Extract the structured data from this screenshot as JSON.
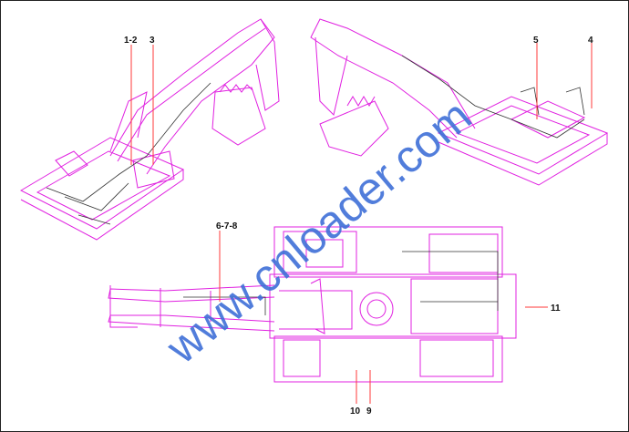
{
  "labels": {
    "l12": "1-2",
    "l3": "3",
    "l5": "5",
    "l4": "4",
    "l678": "6-7-8",
    "l11": "11",
    "l10": "10",
    "l9": "9"
  },
  "watermark": "www.cnloader.com",
  "colors": {
    "drawing": "#e020e0",
    "leader": "#ff3a3a",
    "watermark": "#3f6fd8"
  }
}
